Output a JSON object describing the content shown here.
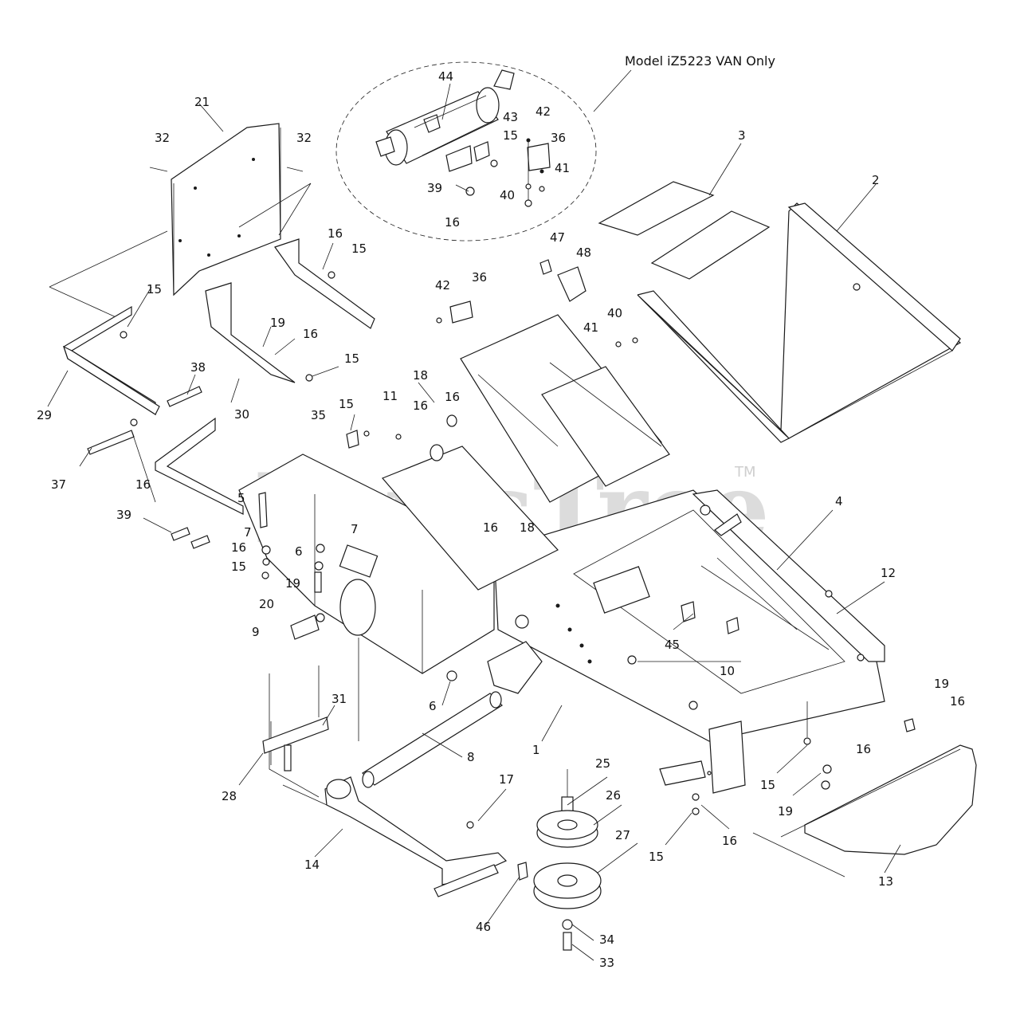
{
  "watermark": {
    "text": "PartsTree",
    "tm": "TM"
  },
  "inset_note": "Model iZ5223 VAN Only",
  "callouts": [
    {
      "label": "44"
    },
    {
      "label": "42"
    },
    {
      "label": "43"
    },
    {
      "label": "15"
    },
    {
      "label": "36"
    },
    {
      "label": "41"
    },
    {
      "label": "39"
    },
    {
      "label": "40"
    },
    {
      "label": "16"
    },
    {
      "label": "21"
    },
    {
      "label": "32"
    },
    {
      "label": "32"
    },
    {
      "label": "3"
    },
    {
      "label": "2"
    },
    {
      "label": "16"
    },
    {
      "label": "15"
    },
    {
      "label": "15"
    },
    {
      "label": "47"
    },
    {
      "label": "48"
    },
    {
      "label": "42"
    },
    {
      "label": "36"
    },
    {
      "label": "40"
    },
    {
      "label": "41"
    },
    {
      "label": "19"
    },
    {
      "label": "16"
    },
    {
      "label": "15"
    },
    {
      "label": "38"
    },
    {
      "label": "29"
    },
    {
      "label": "30"
    },
    {
      "label": "18"
    },
    {
      "label": "16"
    },
    {
      "label": "11"
    },
    {
      "label": "16"
    },
    {
      "label": "35"
    },
    {
      "label": "15"
    },
    {
      "label": "37"
    },
    {
      "label": "16"
    },
    {
      "label": "5"
    },
    {
      "label": "39"
    },
    {
      "label": "16"
    },
    {
      "label": "18"
    },
    {
      "label": "4"
    },
    {
      "label": "7"
    },
    {
      "label": "7"
    },
    {
      "label": "16"
    },
    {
      "label": "6"
    },
    {
      "label": "15"
    },
    {
      "label": "19"
    },
    {
      "label": "12"
    },
    {
      "label": "20"
    },
    {
      "label": "9"
    },
    {
      "label": "45"
    },
    {
      "label": "10"
    },
    {
      "label": "6"
    },
    {
      "label": "31"
    },
    {
      "label": "8"
    },
    {
      "label": "1"
    },
    {
      "label": "19"
    },
    {
      "label": "16"
    },
    {
      "label": "16"
    },
    {
      "label": "28"
    },
    {
      "label": "17"
    },
    {
      "label": "25"
    },
    {
      "label": "26"
    },
    {
      "label": "15"
    },
    {
      "label": "19"
    },
    {
      "label": "27"
    },
    {
      "label": "14"
    },
    {
      "label": "15"
    },
    {
      "label": "16"
    },
    {
      "label": "13"
    },
    {
      "label": "46"
    },
    {
      "label": "34"
    },
    {
      "label": "33"
    }
  ],
  "colors": {
    "ink": "#1a1a1a",
    "watermark": "#dcdcdc",
    "background": "#ffffff"
  }
}
